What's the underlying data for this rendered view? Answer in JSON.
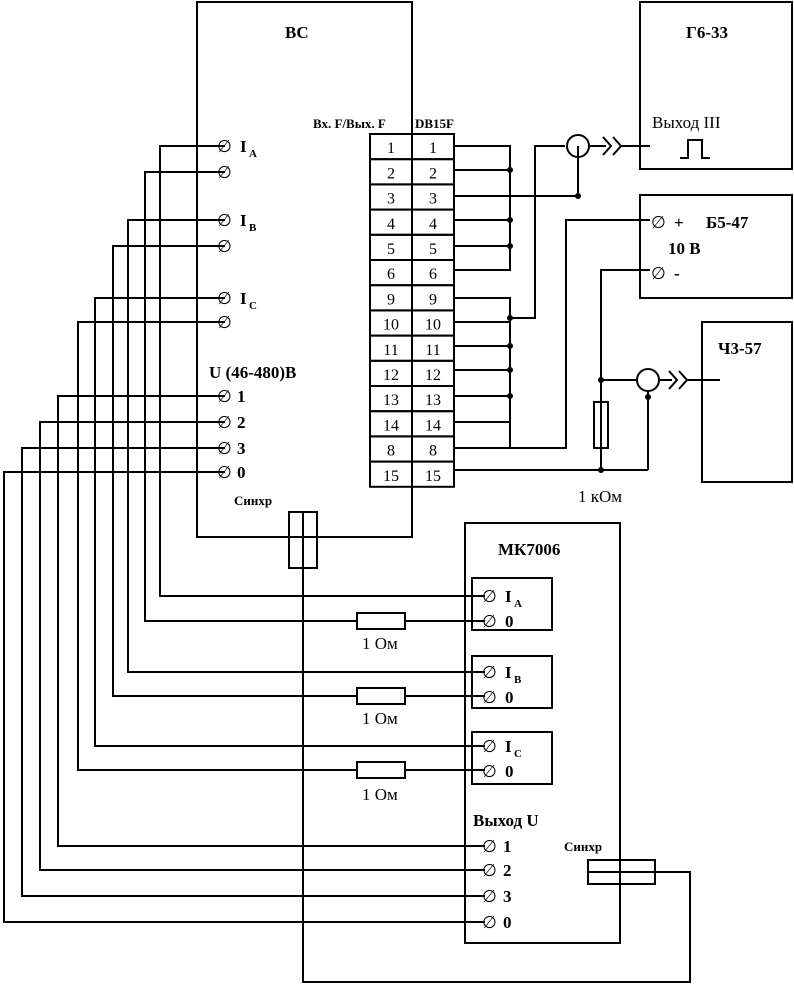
{
  "instruments": {
    "vs": {
      "name": "ВС",
      "connector_label_f": "Вх. F/Вых. F",
      "connector_label_db": "DB15F",
      "voltage_label": "U (46-480)В",
      "sync_label": "Синхр"
    },
    "g6": {
      "name": "Г6-33",
      "output_label": "Выход III"
    },
    "b5": {
      "name": "Б5-47",
      "voltage": "10 В",
      "plus": "+",
      "minus": "-"
    },
    "ch3": {
      "name": "Ч3-57"
    },
    "mk": {
      "name": "МК7006",
      "output_u_label": "Выход U",
      "sync_label": "Синхр"
    }
  },
  "vs_current_terminals": [
    {
      "main": "I",
      "sub": "A"
    },
    {
      "main": "",
      "sub": ""
    },
    {
      "main": "I",
      "sub": "B"
    },
    {
      "main": "",
      "sub": ""
    },
    {
      "main": "I",
      "sub": "C"
    },
    {
      "main": "",
      "sub": ""
    }
  ],
  "vs_voltage_terminals": [
    "1",
    "2",
    "3",
    "0"
  ],
  "connector_pins": [
    [
      "1",
      "1"
    ],
    [
      "2",
      "2"
    ],
    [
      "3",
      "3"
    ],
    [
      "4",
      "4"
    ],
    [
      "5",
      "5"
    ],
    [
      "6",
      "6"
    ],
    [
      "9",
      "9"
    ],
    [
      "10",
      "10"
    ],
    [
      "11",
      "11"
    ],
    [
      "12",
      "12"
    ],
    [
      "13",
      "13"
    ],
    [
      "14",
      "14"
    ],
    [
      "8",
      "8"
    ],
    [
      "15",
      "15"
    ]
  ],
  "mk_current_groups": [
    {
      "main": "I",
      "sub": "A",
      "zero": "0"
    },
    {
      "main": "I",
      "sub": "B",
      "zero": "0"
    },
    {
      "main": "I",
      "sub": "C",
      "zero": "0"
    }
  ],
  "mk_voltage_terminals": [
    "1",
    "2",
    "3",
    "0"
  ],
  "resistors": {
    "shunt": "1 Ом",
    "load": "1 кОм"
  },
  "terminal_glyph": "∅"
}
